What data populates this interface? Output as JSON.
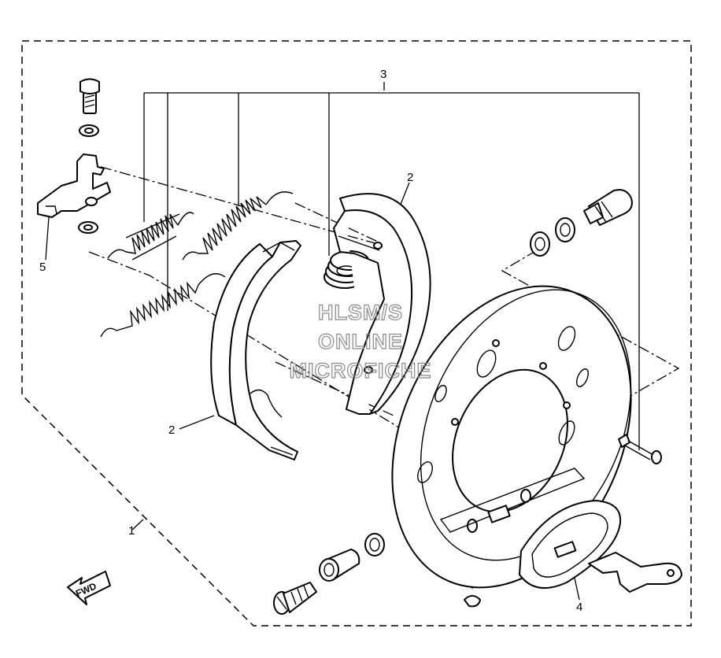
{
  "watermark": {
    "line1": "HLSM/S",
    "line2": "ONLINE",
    "line3": "MICROFICHE"
  },
  "fwd_label": "FWD",
  "callouts": {
    "c1": "1",
    "c2a": "2",
    "c2b": "2",
    "c3": "3",
    "c4": "4",
    "c5": "5"
  }
}
